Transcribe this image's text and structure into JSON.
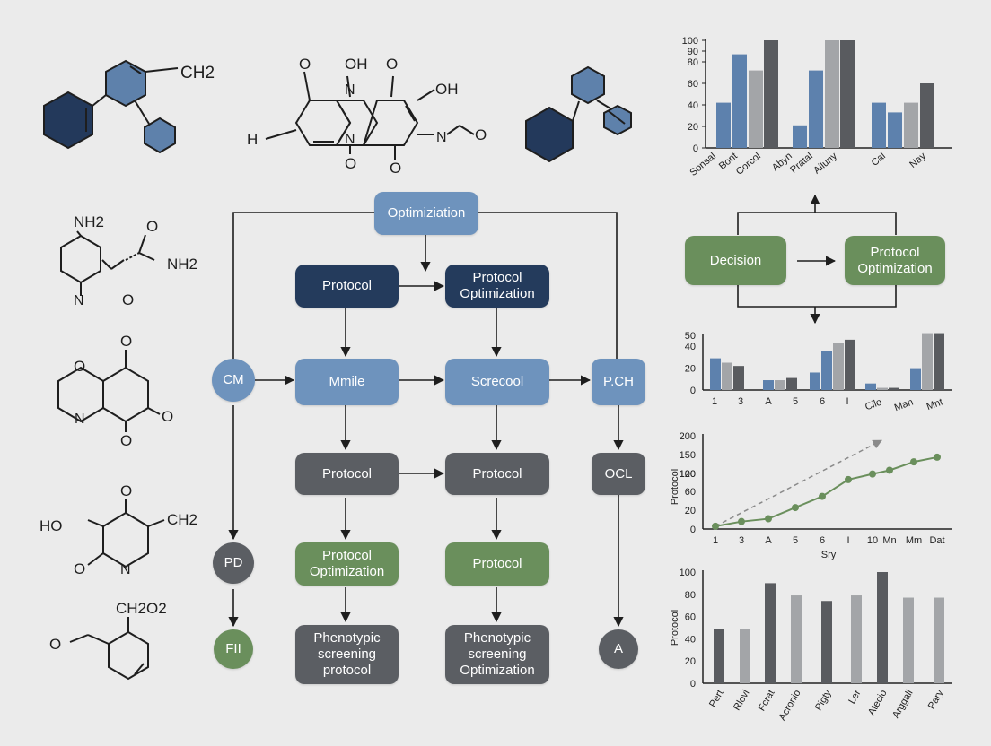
{
  "molecules": {
    "m1_label": "CH2",
    "m2_labels": [
      "O",
      "OH",
      "O",
      "OH",
      "H",
      "N",
      "N",
      "O",
      "O",
      "N",
      "O"
    ],
    "m4_labels": [
      "NH2",
      "O",
      "NH2",
      "N",
      "O"
    ],
    "m5_labels": [
      "O",
      "O",
      "N",
      "O",
      "O"
    ],
    "m6_labels": [
      "O",
      "HO",
      "CH2",
      "O",
      "N"
    ],
    "m7_labels": [
      "CH2O2",
      "O"
    ]
  },
  "flow": {
    "optimization": "Optimiziation",
    "protocol_navy": "Protocol",
    "protocol_optimization_navy": "Protocol\nOptimization",
    "cm": "CM",
    "mmile": "Mmile",
    "screcool": "Screcool",
    "pch": "P.CH",
    "protocol_gray_1": "Protocol",
    "protocol_gray_2": "Protocol",
    "ocl": "OCL",
    "pd": "PD",
    "protocol_optimization_green": "Protocol\nOptimization",
    "protocol_green": "Protocol",
    "fii": "FII",
    "phenotypic_screening_protocol": "Phenotypic\nscreening\nprotocol",
    "phenotypic_screening_optimization": "Phenotypic\nscreening\nOptimization",
    "a": "A"
  },
  "decision_block": {
    "decision": "Decision",
    "protocol_optimization": "Protocol\nOptimization"
  },
  "colors": {
    "lightblue": "#6e93bd",
    "navy": "#243b5c",
    "gray": "#5b5e63",
    "green": "#6a8f5c",
    "bar_blue": "#5d81ad",
    "bar_light": "#a3a5a8",
    "bar_dark": "#595b5f",
    "line_green": "#6a8f5c"
  },
  "chart_data": [
    {
      "type": "bar",
      "categories": [
        "Sonsal",
        "Bont",
        "Corcol",
        "Abyn",
        "Pratal",
        "Ailuny",
        "Cal",
        "Nay"
      ],
      "ylim": [
        0,
        100
      ],
      "yticks": [
        0,
        20,
        40,
        60,
        80,
        90,
        100
      ],
      "bars": [
        {
          "x": 806,
          "value": 42,
          "color": "blue"
        },
        {
          "x": 824,
          "value": 87,
          "color": "blue"
        },
        {
          "x": 842,
          "value": 72,
          "color": "light"
        },
        {
          "x": 859,
          "value": 100,
          "color": "dark"
        },
        {
          "x": 891,
          "value": 21,
          "color": "blue"
        },
        {
          "x": 909,
          "value": 72,
          "color": "blue"
        },
        {
          "x": 927,
          "value": 100,
          "color": "light"
        },
        {
          "x": 944,
          "value": 100,
          "color": "dark"
        },
        {
          "x": 979,
          "value": 42,
          "color": "blue"
        },
        {
          "x": 997,
          "value": 33,
          "color": "blue"
        },
        {
          "x": 1015,
          "value": 42,
          "color": "light"
        },
        {
          "x": 1033,
          "value": 60,
          "color": "dark"
        }
      ]
    },
    {
      "type": "bar",
      "categories": [
        "1",
        "3",
        "A",
        "5",
        "6",
        "I",
        "Cilo",
        "Man",
        "Mnt"
      ],
      "ylim": [
        0,
        50
      ],
      "yticks": [
        0,
        20,
        40,
        50
      ],
      "bars": [
        {
          "x": 797,
          "value": 29,
          "color": "blue"
        },
        {
          "x": 810,
          "value": 25,
          "color": "light"
        },
        {
          "x": 823,
          "value": 22,
          "color": "dark"
        },
        {
          "x": 856,
          "value": 9,
          "color": "blue"
        },
        {
          "x": 869,
          "value": 9,
          "color": "light"
        },
        {
          "x": 882,
          "value": 11,
          "color": "dark"
        },
        {
          "x": 908,
          "value": 16,
          "color": "blue"
        },
        {
          "x": 921,
          "value": 36,
          "color": "blue"
        },
        {
          "x": 934,
          "value": 43,
          "color": "light"
        },
        {
          "x": 947,
          "value": 46,
          "color": "dark"
        },
        {
          "x": 970,
          "value": 6,
          "color": "blue"
        },
        {
          "x": 983,
          "value": 2,
          "color": "light"
        },
        {
          "x": 996,
          "value": 2,
          "color": "dark"
        },
        {
          "x": 1020,
          "value": 20,
          "color": "blue"
        },
        {
          "x": 1033,
          "value": 53,
          "color": "light"
        },
        {
          "x": 1046,
          "value": 53,
          "color": "dark"
        }
      ]
    },
    {
      "type": "line",
      "categories": [
        "1",
        "3",
        "A",
        "5",
        "6",
        "I",
        "10",
        "Mn",
        "Mm",
        "Dat"
      ],
      "ylabel": "Protocol",
      "xlabel": "Sry",
      "yticks": [
        0,
        20,
        60,
        100,
        120,
        150,
        200
      ],
      "x": [
        1,
        2,
        3,
        4,
        5,
        6,
        7,
        8,
        9,
        10
      ],
      "values": [
        3,
        8,
        11,
        23,
        35,
        53,
        59,
        63,
        72,
        77
      ],
      "trend_projection": [
        [
          1,
          3
        ],
        [
          7,
          95
        ]
      ]
    },
    {
      "type": "bar",
      "categories": [
        "Pert",
        "Rlovl",
        "Fcrat",
        "Acronio",
        "Pigty",
        "Ler",
        "Atecio",
        "Arggall",
        "Pary"
      ],
      "ylabel": "Protocol",
      "ylim": [
        0,
        100
      ],
      "yticks": [
        0,
        20,
        40,
        60,
        80,
        100
      ],
      "values": [
        49,
        49,
        90,
        79,
        74,
        79,
        100,
        77,
        77
      ],
      "colors": [
        "dark",
        "light",
        "dark",
        "light",
        "dark",
        "light",
        "dark",
        "light",
        "light"
      ]
    }
  ]
}
